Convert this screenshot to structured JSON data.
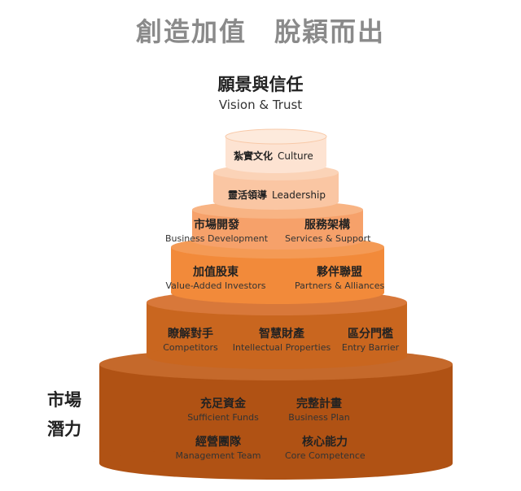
{
  "heading": "創造加值　脫穎而出",
  "peak": {
    "zh": "願景與信任",
    "en": "Vision & Trust"
  },
  "side_label": {
    "line1": "市場",
    "line2": "潛力"
  },
  "colors": {
    "tier1": "#fde3d2",
    "tier2": "#fac6a3",
    "tier3": "#f6a16a",
    "tier4": "#f28a3a",
    "tier5": "#c9661f",
    "tier6": "#b05214"
  },
  "tiers": [
    {
      "items": [
        {
          "zh": "紮實文化",
          "en": "Culture"
        }
      ]
    },
    {
      "items": [
        {
          "zh": "靈活領導",
          "en": "Leadership"
        }
      ]
    },
    {
      "items": [
        {
          "zh": "市場開發",
          "en": "Business Development"
        },
        {
          "zh": "服務架構",
          "en": "Services & Support"
        }
      ]
    },
    {
      "items": [
        {
          "zh": "加值股東",
          "en": "Value-Added Investors"
        },
        {
          "zh": "夥伴聯盟",
          "en": "Partners & Alliances"
        }
      ]
    },
    {
      "items": [
        {
          "zh": "瞭解對手",
          "en": "Competitors"
        },
        {
          "zh": "智慧財產",
          "en": "Intellectual Properties"
        },
        {
          "zh": "區分門檻",
          "en": "Entry Barrier"
        }
      ]
    },
    {
      "items": [
        {
          "zh": "充足資金",
          "en": "Sufficient Funds"
        },
        {
          "zh": "完整計畫",
          "en": "Business Plan"
        },
        {
          "zh": "經營團隊",
          "en": "Management Team"
        },
        {
          "zh": "核心能力",
          "en": "Core Competence"
        }
      ]
    }
  ]
}
